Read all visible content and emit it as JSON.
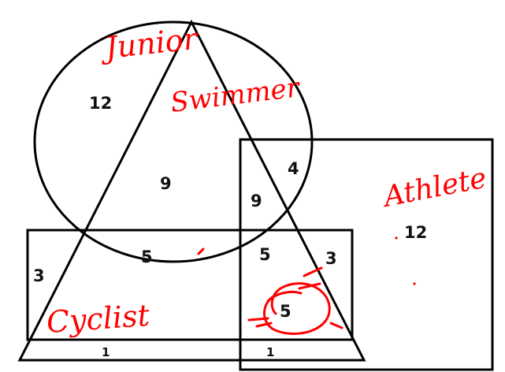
{
  "labels": {
    "junior": "Junior",
    "swimmer": "Swimmer",
    "athlete": "Athlete",
    "cyclist": "Cyclist"
  },
  "regions": {
    "circle_only": "12",
    "circle_triangle": "9",
    "circle_cyclist_triangle": "5",
    "cyclist_only": "3",
    "cyclist_triangle_bottom": "1",
    "circle_athlete_triangle": "4",
    "circle_athlete": "9",
    "all_four": "5",
    "athlete_cyclist": "3",
    "athlete_cyclist_triangle": "5",
    "athlete_triangle_bottom": "1",
    "athlete_only": "12"
  },
  "colors": {
    "outline": "#000000",
    "annotation": "#ff0000",
    "text": "#111111"
  }
}
